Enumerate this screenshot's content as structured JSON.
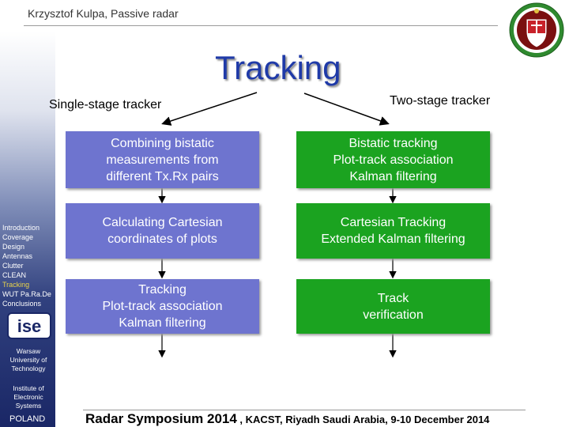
{
  "header": {
    "author": "Krzysztof  Kulpa, Passive radar",
    "title": "Tracking"
  },
  "left_column": {
    "heading": "Single-stage tracker",
    "boxes": [
      "Combining bistatic\nmeasurements from\ndifferent Tx.Rx pairs",
      "Calculating Cartesian\ncoordinates of plots",
      "Tracking\nPlot-track association\nKalman filtering"
    ]
  },
  "right_column": {
    "heading": "Two-stage tracker",
    "boxes": [
      "Bistatic tracking\nPlot-track association\nKalman filtering",
      "Cartesian Tracking\nExtended Kalman filtering",
      "Track\nverification"
    ]
  },
  "sidebar": {
    "menu": [
      "Introduction",
      "Coverage",
      "Design",
      "Antennas",
      "Clutter",
      "CLEAN",
      "Tracking",
      "WUT Pa.Ra.De",
      "Conclusions"
    ],
    "active_item": "Tracking",
    "logo_text": "ise",
    "university": [
      "Warsaw",
      "University of",
      "Technology"
    ],
    "institute": [
      "Institute of",
      "Electronic",
      "Systems"
    ],
    "country": "POLAND"
  },
  "footer": {
    "event": "Radar Symposium 2014",
    "separator": " , ",
    "details": "KACST, Riyadh  Saudi Arabia,  9-10 December 2014"
  },
  "colors": {
    "title": "#1f3aa8",
    "box_blue": "#6e74cf",
    "box_green": "#1ba320",
    "sidebar_dark": "#1a2766",
    "active_menu": "#e8d24a"
  }
}
